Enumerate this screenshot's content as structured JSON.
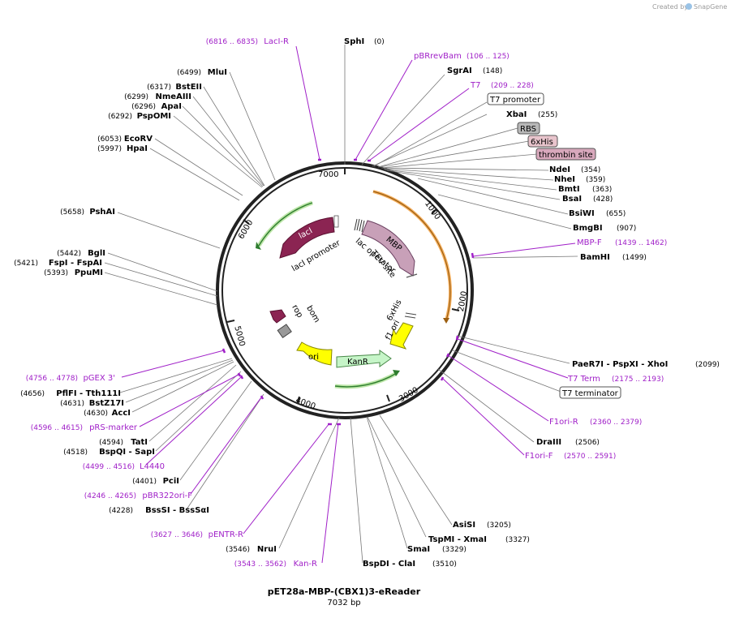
{
  "credit": "Created by",
  "brand": "SnapGene",
  "title": "pET28a-MBP-(CBX1)3-eReader",
  "size_label": "7032 bp",
  "ticks": [
    "1000",
    "2000",
    "3000",
    "4000",
    "5000",
    "6000",
    "7000"
  ],
  "sites": [
    {
      "name": "SphI",
      "pos": "(0)"
    },
    {
      "name": "SgrAI",
      "pos": "(148)"
    },
    {
      "name": "XbaI",
      "pos": "(255)"
    },
    {
      "name": "NdeI",
      "pos": "(354)"
    },
    {
      "name": "NheI",
      "pos": "(359)"
    },
    {
      "name": "BmtI",
      "pos": "(363)"
    },
    {
      "name": "BsaI",
      "pos": "(428)"
    },
    {
      "name": "BsiWI",
      "pos": "(655)"
    },
    {
      "name": "BmgBI",
      "pos": "(907)"
    },
    {
      "name": "BamHI",
      "pos": "(1499)"
    },
    {
      "name": "PaeR7I - PspXI - XhoI",
      "pos": "(2099)"
    },
    {
      "name": "DraIII",
      "pos": "(2506)"
    },
    {
      "name": "AsiSI",
      "pos": "(3205)"
    },
    {
      "name": "TspMI - XmaI",
      "pos": "(3327)"
    },
    {
      "name": "SmaI",
      "pos": "(3329)"
    },
    {
      "name": "BspDI - ClaI",
      "pos": "(3510)"
    },
    {
      "name": "NruI",
      "pos": "(3546)"
    },
    {
      "name": "BssSI - BssSαI",
      "pos": "(4228)"
    },
    {
      "name": "PciI",
      "pos": "(4401)"
    },
    {
      "name": "BspQI - SapI",
      "pos": "(4518)"
    },
    {
      "name": "TatI",
      "pos": "(4594)"
    },
    {
      "name": "AccI",
      "pos": "(4630)"
    },
    {
      "name": "BstZ17I",
      "pos": "(4631)"
    },
    {
      "name": "PflFI - Tth111I",
      "pos": "(4656)"
    },
    {
      "name": "PpuMI",
      "pos": "(5393)"
    },
    {
      "name": "FspI - FspAI",
      "pos": "(5421)"
    },
    {
      "name": "BglI",
      "pos": "(5442)"
    },
    {
      "name": "PshAI",
      "pos": "(5658)"
    },
    {
      "name": "HpaI",
      "pos": "(5997)"
    },
    {
      "name": "EcoRV",
      "pos": "(6053)"
    },
    {
      "name": "PspOMI",
      "pos": "(6292)"
    },
    {
      "name": "ApaI",
      "pos": "(6296)"
    },
    {
      "name": "NmeAIII",
      "pos": "(6299)"
    },
    {
      "name": "BstEII",
      "pos": "(6317)"
    },
    {
      "name": "MluI",
      "pos": "(6499)"
    }
  ],
  "primers": [
    {
      "name": "LacI-R",
      "range": "(6816 .. 6835)"
    },
    {
      "name": "pBRrevBam",
      "range": "(106 .. 125)"
    },
    {
      "name": "T7",
      "range": "(209 .. 228)"
    },
    {
      "name": "MBP-F",
      "range": "(1439 .. 1462)"
    },
    {
      "name": "T7 Term",
      "range": "(2175 .. 2193)"
    },
    {
      "name": "F1ori-R",
      "range": "(2360 .. 2379)"
    },
    {
      "name": "F1ori-F",
      "range": "(2570 .. 2591)"
    },
    {
      "name": "pGEX 3'",
      "range": "(4756 .. 4778)"
    },
    {
      "name": "pRS-marker",
      "range": "(4596 .. 4615)"
    },
    {
      "name": "L4440",
      "range": "(4499 .. 4516)"
    },
    {
      "name": "pBR322ori-F",
      "range": "(4246 .. 4265)"
    },
    {
      "name": "pENTR-R",
      "range": "(3627 .. 3646)"
    },
    {
      "name": "Kan-R",
      "range": "(3543 .. 3562)"
    }
  ],
  "boxes": [
    "T7 promoter",
    "RBS",
    "6xHis",
    "thrombin site",
    "T7 terminator"
  ],
  "features": [
    "MBP",
    "lacI",
    "lacI promoter",
    "lac operator",
    "TEV site",
    "6xHis",
    "f1 ori",
    "KanR",
    "ori",
    "rop",
    "bom"
  ],
  "colors": {
    "backbone": "#222222",
    "primer": "#a020c8",
    "lacI": "#8b2452",
    "MBP": "#c8a0b8",
    "KanR": "#c6f5c8",
    "f1ori": "#ffff00",
    "ori": "#ffff00",
    "orf": "#f5b060",
    "orf_green": "#2e7d2e"
  }
}
